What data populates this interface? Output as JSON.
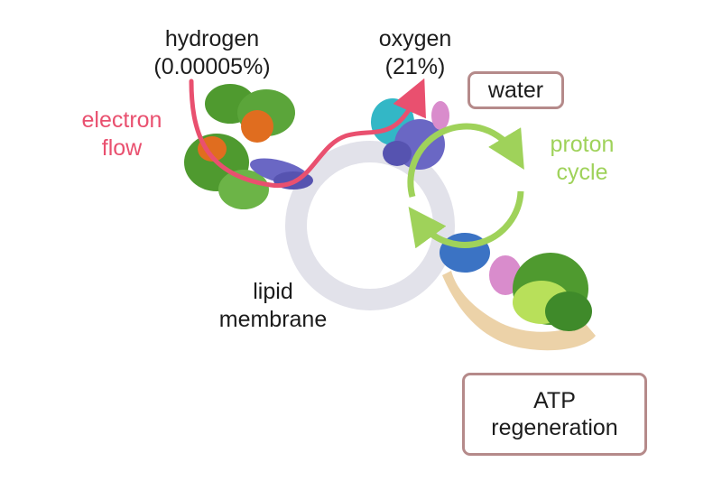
{
  "labels": {
    "hydrogen_name": "hydrogen",
    "hydrogen_pct": "(0.00005%)",
    "oxygen_name": "oxygen",
    "oxygen_pct": "(21%)",
    "electron_line1": "electron",
    "electron_line2": "flow",
    "proton_line1": "proton",
    "proton_line2": "cycle",
    "lipid_line1": "lipid",
    "lipid_line2": "membrane",
    "water": "water",
    "atp_line1": "ATP",
    "atp_line2": "regeneration"
  },
  "colors": {
    "electron_flow": "#e9506f",
    "proton_cycle": "#9fd25a",
    "membrane": "#e2e2ea",
    "box_border": "#b58a8a",
    "protein_green": "#5ba53a",
    "protein_orange": "#e06d1f",
    "protein_purple": "#6a67c4",
    "protein_cyan": "#33b7c6",
    "protein_pink": "#d98ccc",
    "protein_blue": "#3b73c4",
    "protein_lime": "#b8e05a",
    "protein_tan": "#ecd2a8"
  }
}
